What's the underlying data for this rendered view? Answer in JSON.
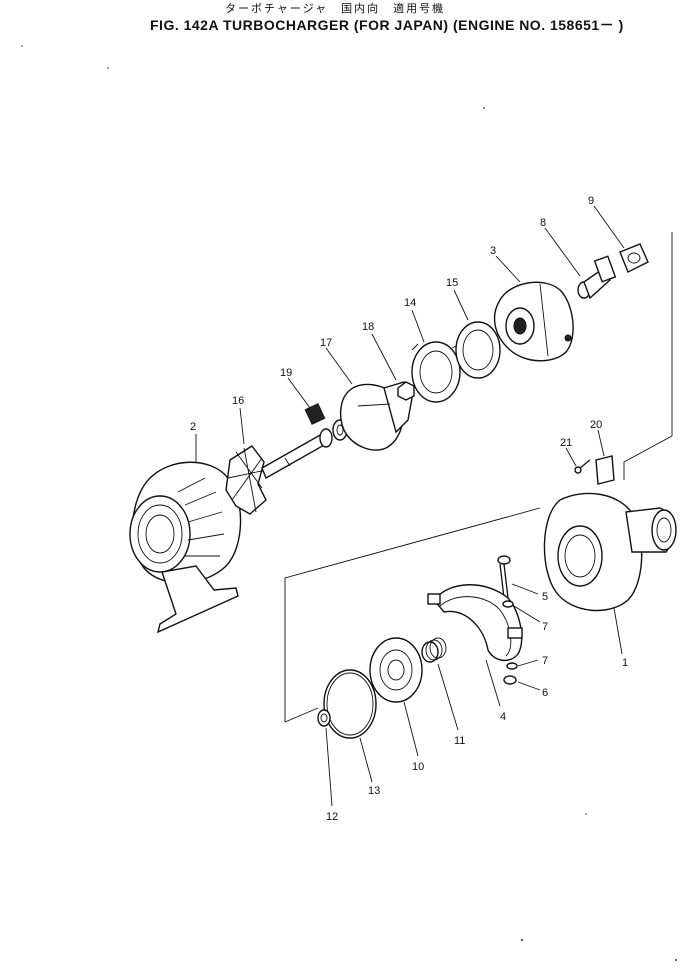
{
  "header": {
    "title_jp": "ターボチャージャ　国内向　適用号機",
    "title_en": "FIG. 142A  TURBOCHARGER (FOR JAPAN) (ENGINE NO. 158651－ )"
  },
  "callouts": [
    {
      "id": "c1",
      "label": "1"
    },
    {
      "id": "c2",
      "label": "2"
    },
    {
      "id": "c3",
      "label": "3"
    },
    {
      "id": "c4",
      "label": "4"
    },
    {
      "id": "c5",
      "label": "5"
    },
    {
      "id": "c6",
      "label": "6"
    },
    {
      "id": "c7a",
      "label": "7"
    },
    {
      "id": "c7b",
      "label": "7"
    },
    {
      "id": "c8",
      "label": "8"
    },
    {
      "id": "c9",
      "label": "9"
    },
    {
      "id": "c10",
      "label": "10"
    },
    {
      "id": "c11",
      "label": "11"
    },
    {
      "id": "c12",
      "label": "12"
    },
    {
      "id": "c13",
      "label": "13"
    },
    {
      "id": "c14",
      "label": "14"
    },
    {
      "id": "c15",
      "label": "15"
    },
    {
      "id": "c16",
      "label": "16"
    },
    {
      "id": "c17",
      "label": "17"
    },
    {
      "id": "c18",
      "label": "18"
    },
    {
      "id": "c19",
      "label": "19"
    },
    {
      "id": "c20",
      "label": "20"
    },
    {
      "id": "c21",
      "label": "21"
    }
  ]
}
